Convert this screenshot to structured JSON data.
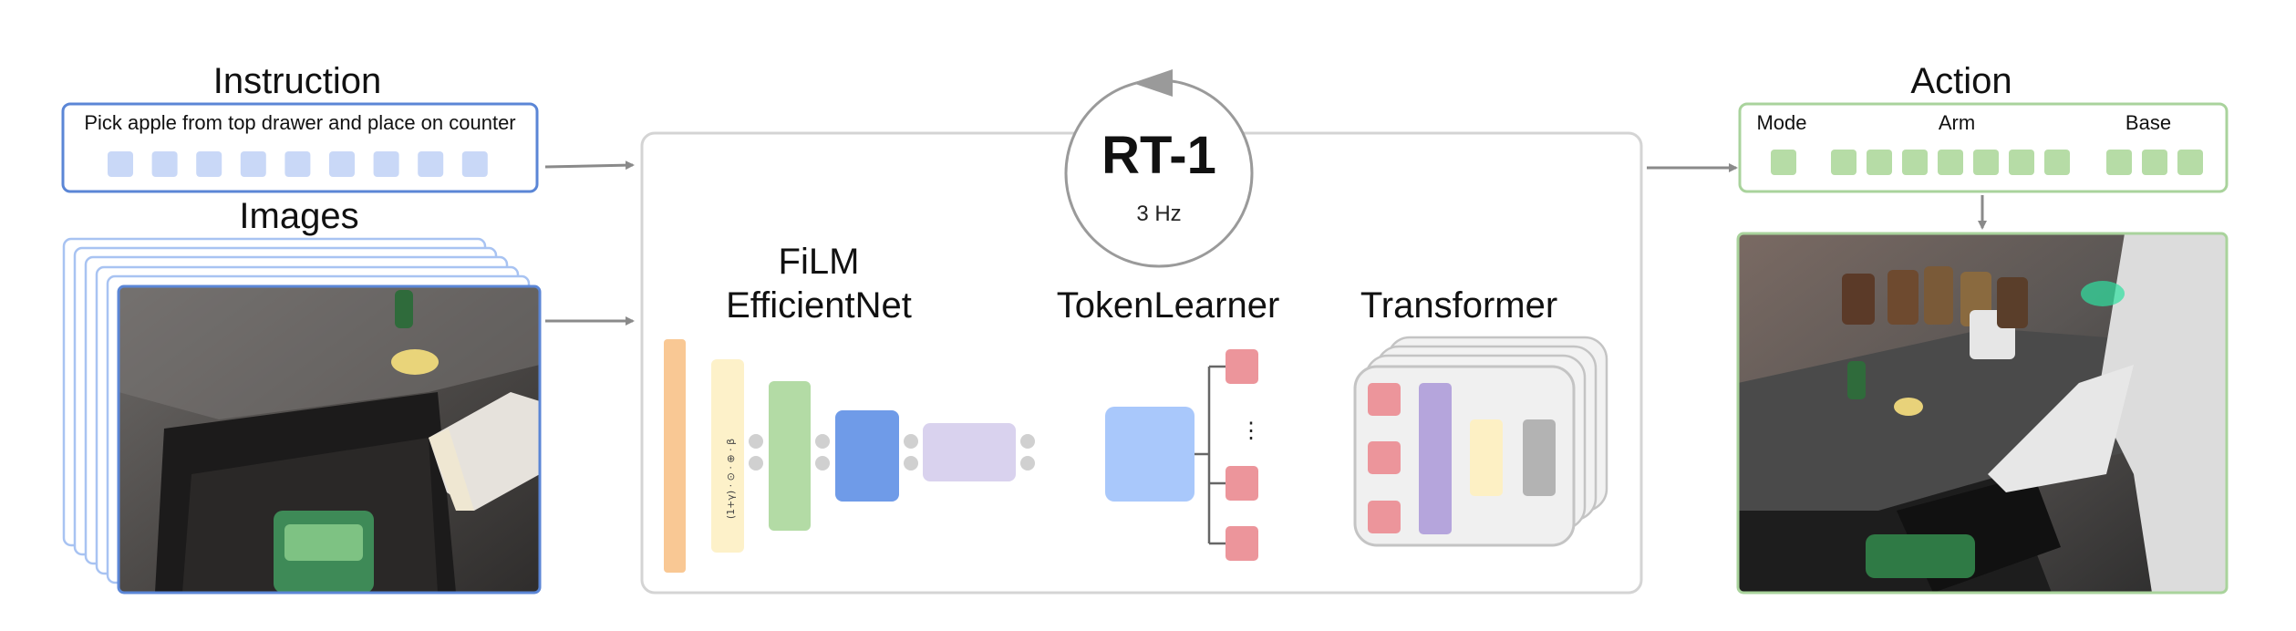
{
  "instruction": {
    "heading": "Instruction",
    "text": "Pick apple from top drawer and place on counter",
    "token_count": 9
  },
  "images": {
    "heading": "Images"
  },
  "model": {
    "name": "RT-1",
    "rate": "3 Hz",
    "film_line1": "FiLM",
    "film_line2": "EfficientNet",
    "film_formula": "(1+γ) · ⊙ · ⊕ · β",
    "tokenlearner": "TokenLearner",
    "ellipsis": "⋮",
    "transformer": "Transformer"
  },
  "action": {
    "heading": "Action",
    "mode_label": "Mode",
    "arm_label": "Arm",
    "base_label": "Base",
    "mode_tokens": 1,
    "arm_tokens": 7,
    "base_tokens": 3
  },
  "colors": {
    "instruction_border": "#5b86d6",
    "instruction_token": "#c9d8f7",
    "action_border": "#a9d39c",
    "action_token": "#b6dca6",
    "film_orange": "#f9c894",
    "film_yellow": "#fdf1c9",
    "film_green": "#b3dba5",
    "film_blue": "#6f9be8",
    "film_lavender": "#d9d2ee",
    "token_learner": "#a9c8fb",
    "red_token": "#ec959b",
    "transformer_purple": "#b5a5dc",
    "transformer_yellow": "#fdf0c4",
    "transformer_gray": "#b3b3b3"
  },
  "icons": [
    "loop-arrow-icon",
    "arrow-right-icon",
    "arrow-down-icon"
  ]
}
